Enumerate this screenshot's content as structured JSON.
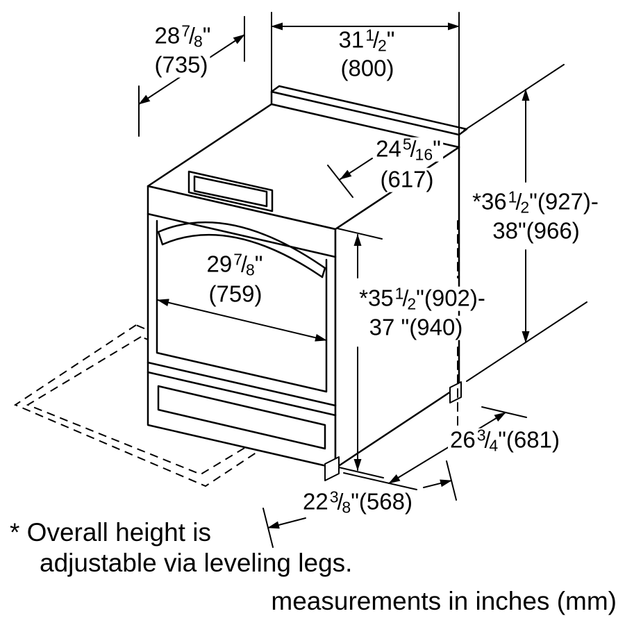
{
  "colors": {
    "background": "#ffffff",
    "line": "#000000"
  },
  "slash": "/",
  "dims": {
    "d28": {
      "whole": "28",
      "num": "7",
      "den": "8",
      "rest": "\"",
      "mm": "(735)"
    },
    "d31": {
      "whole": "31",
      "num": "1",
      "den": "2",
      "rest": "\"",
      "mm": "(800)"
    },
    "d24": {
      "whole": "24",
      "num": "5",
      "den": "16",
      "rest": "\"",
      "mm": "(617)"
    },
    "d36": {
      "prefix": "*",
      "whole": "36",
      "num": "1",
      "den": "2",
      "rest": "\"(927)-",
      "line2": "38\"(966)"
    },
    "d29": {
      "whole": "29",
      "num": "7",
      "den": "8",
      "rest": "\"",
      "mm": "(759)"
    },
    "d35": {
      "prefix": "*",
      "whole": "35",
      "num": "1",
      "den": "2",
      "rest": "\"(902)-",
      "line2": "37 \"(940)"
    },
    "d26": {
      "whole": "26",
      "num": "3",
      "den": "4",
      "rest": "\"(681)"
    },
    "d22": {
      "whole": "22",
      "num": "3",
      "den": "8",
      "rest": "\"(568)"
    }
  },
  "footnote": {
    "line1": "* Overall height is",
    "line2": "adjustable via leveling legs."
  },
  "caption": "measurements in inches (mm)"
}
